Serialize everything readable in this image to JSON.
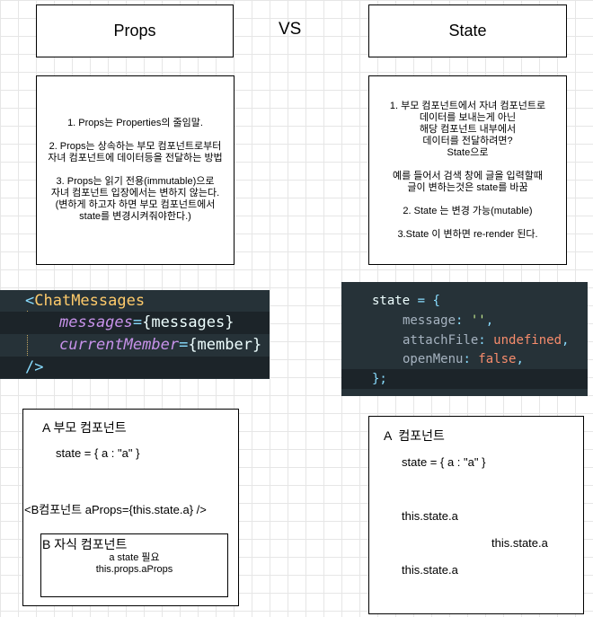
{
  "header": {
    "props_title": "Props",
    "vs_label": "VS",
    "state_title": "State"
  },
  "props_notes": {
    "lines": [
      "1. Props는 Properties의 줄임말.",
      "",
      "2. Props는 상속하는 부모 컴포넌트로부터",
      "자녀 컴포넌트에 데이터등을 전달하는 방법",
      "",
      "3. Props는 읽기 전용(immutable)으로",
      "자녀 컴포넌트 입장에서는 변하지 않는다.",
      "(변하게 하고자 하면 부모 컴포넌트에서",
      "state를 변경시켜줘야한다.)"
    ]
  },
  "state_notes": {
    "lines": [
      "1. 부모 컴포넌트에서 자녀 컴포넌트로",
      "데이터를 보내는게 아닌",
      "해당 컴포넌트 내부에서",
      "데이터를 전달하려면?",
      "State으로",
      "",
      "예를 들어서 검색 창에 글을 입력할때",
      "글이 변하는것은 state를 바꿈",
      "",
      "2. State 는 변경 가능(mutable)",
      "",
      "3.State 이 변하면 re-render 된다."
    ]
  },
  "props_code": {
    "open_bracket": "<",
    "tag": "ChatMessages",
    "attr1_name": "messages",
    "attr1_eq": "=",
    "attr1_value": "{messages}",
    "attr2_name": "currentMember",
    "attr2_eq": "=",
    "attr2_value": "{member}",
    "close": "/>"
  },
  "state_code": {
    "var": "state",
    "eq_open": " = {",
    "k1": "message",
    "v1": "''",
    "k2": "attachFile",
    "v2": "undefined",
    "k3": "openMenu",
    "v3": "false",
    "close": "};"
  },
  "props_example": {
    "parent_label": "A 부모 컴포넌트",
    "state_line": "state = { a : \"a\" }",
    "jsx_line": "<B컴포넌트 aProps={this.state.a} />",
    "child_label": "B 자식 컴포넌트",
    "child_line1": "a state 필요",
    "child_line2": "this.props.aProps"
  },
  "state_example": {
    "component_label": "A  컴포넌트",
    "state_line": "state = { a : \"a\" }",
    "access1": "this.state.a",
    "access2": "this.state.a",
    "access3": "this.state.a"
  },
  "colors": {
    "code_bg": "#263238",
    "tag": "#ffcb6b",
    "attr": "#c792ea",
    "string": "#c3e88d",
    "keyword_value": "#f78c6c"
  }
}
